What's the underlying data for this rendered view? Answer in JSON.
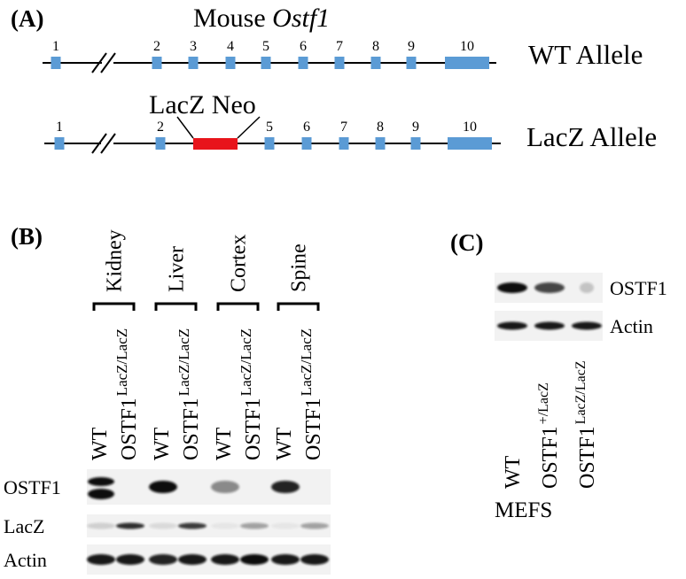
{
  "panel_a": {
    "label": "(A)",
    "title_prefix": "Mouse",
    "title_gene": "Ostf1",
    "wt_allele": {
      "name": "WT Allele",
      "exons": [
        "1",
        "2",
        "3",
        "4",
        "5",
        "6",
        "7",
        "8",
        "9",
        "10"
      ]
    },
    "lacz_allele": {
      "name": "LacZ Allele",
      "cassette_label": "LacZ Neo",
      "exons": [
        "1",
        "2",
        "5",
        "6",
        "7",
        "8",
        "9",
        "10"
      ],
      "cassette_color": "#e8141b"
    },
    "exon_color": "#5b9bd5"
  },
  "panel_b": {
    "label": "(B)",
    "tissues": [
      "Kidney",
      "Liver",
      "Cortex",
      "Spine"
    ],
    "lanes": [
      {
        "base": "WT",
        "sup": ""
      },
      {
        "base": "OSTF1",
        "sup": "LacZ/LacZ"
      },
      {
        "base": "WT",
        "sup": ""
      },
      {
        "base": "OSTF1",
        "sup": "LacZ/LacZ"
      },
      {
        "base": "WT",
        "sup": ""
      },
      {
        "base": "OSTF1",
        "sup": "LacZ/LacZ"
      },
      {
        "base": "WT",
        "sup": ""
      },
      {
        "base": "OSTF1",
        "sup": "LacZ/LacZ"
      }
    ],
    "rows": [
      "OSTF1",
      "LacZ",
      "Actin"
    ],
    "band_intensity": {
      "OSTF1": [
        1.0,
        0.0,
        1.0,
        0.0,
        0.45,
        0.0,
        0.9,
        0.0
      ],
      "LacZ": [
        0.15,
        0.85,
        0.1,
        0.8,
        0.05,
        0.35,
        0.05,
        0.35
      ],
      "Actin": [
        0.95,
        0.95,
        0.9,
        0.95,
        0.95,
        1.0,
        0.95,
        0.95
      ]
    }
  },
  "panel_c": {
    "label": "(C)",
    "rows": [
      "OSTF1",
      "Actin"
    ],
    "lanes": [
      {
        "base": "WT",
        "sup": ""
      },
      {
        "base": "OSTF1",
        "sup": "+/LacZ"
      },
      {
        "base": "OSTF1",
        "sup": "LacZ/LacZ"
      }
    ],
    "group_label": "MEFS",
    "band_intensity": {
      "OSTF1": [
        1.0,
        0.75,
        0.2
      ],
      "Actin": [
        0.95,
        0.95,
        0.95
      ]
    }
  }
}
